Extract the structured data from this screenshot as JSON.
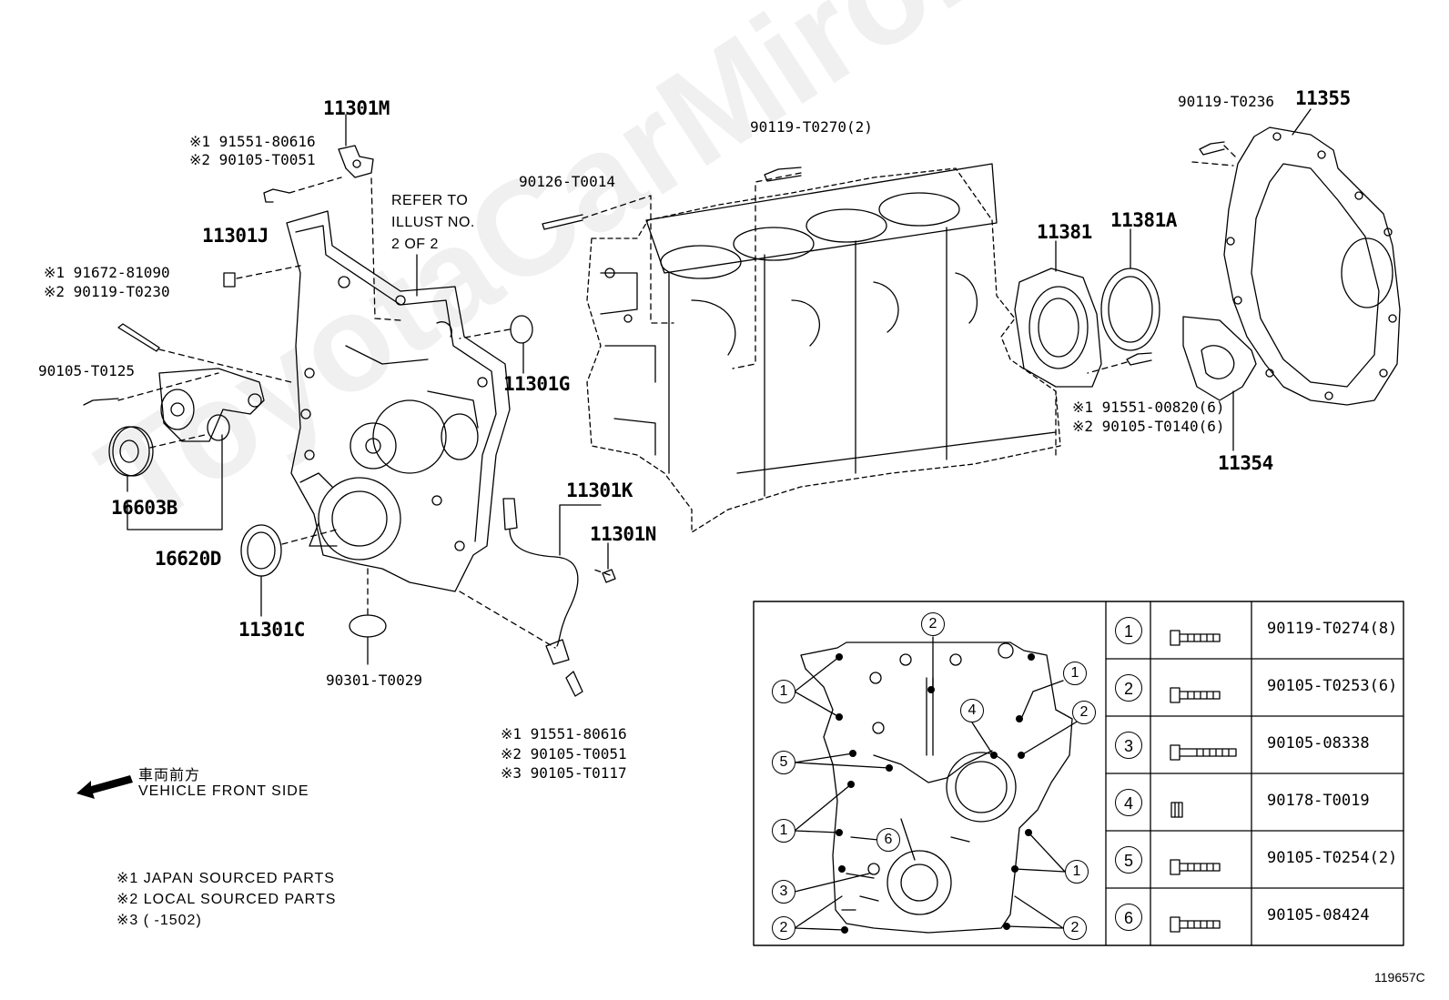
{
  "watermark": "ToyotaCarMiro.ru",
  "figure_id": "119657C",
  "direction": {
    "jp": "車両前方",
    "en": "VEHICLE FRONT SIDE"
  },
  "refer_note": [
    "REFER TO",
    "ILLUST NO.",
    "2 OF 2"
  ],
  "footnotes": [
    "※1 JAPAN SOURCED PARTS",
    "※2 LOCAL SOURCED PARTS",
    "※3 (      -1502)"
  ],
  "parts": {
    "p11301M": "11301M",
    "p11301M_a": "※1 91551-80616",
    "p11301M_b": "※2 90105-T0051",
    "p11301J": "11301J",
    "p91672_a": "※1 91672-81090",
    "p91672_b": "※2 90119-T0230",
    "p90105_T0125": "90105-T0125",
    "p16603B": "16603B",
    "p16620D": "16620D",
    "p11301C": "11301C",
    "p90301": "90301-T0029",
    "p11301G": "11301G",
    "p90126": "90126-T0014",
    "p90119_T0270": "90119-T0270(2)",
    "p11301K": "11301K",
    "p11301N": "11301N",
    "pk_a": "※1  91551-80616",
    "pk_b": "※2  90105-T0051",
    "pk_c": "※3  90105-T0117",
    "p11381": "11381",
    "p11381A": "11381A",
    "p11381_a": "※1 91551-00820(6)",
    "p11381_b": "※2 90105-T0140(6)",
    "p90119_T0236": "90119-T0236",
    "p11355": "11355",
    "p11354": "11354"
  },
  "bolt_table": [
    {
      "num": "1",
      "code": "90119-T0274(8)",
      "icon": "long-bolt-icon"
    },
    {
      "num": "2",
      "code": "90105-T0253(6)",
      "icon": "long-bolt-icon"
    },
    {
      "num": "3",
      "code": "90105-08338",
      "icon": "extra-long-bolt-icon"
    },
    {
      "num": "4",
      "code": "90178-T0019",
      "icon": "nut-icon"
    },
    {
      "num": "5",
      "code": "90105-T0254(2)",
      "icon": "long-bolt-icon"
    },
    {
      "num": "6",
      "code": "90105-08424",
      "icon": "long-bolt-icon"
    }
  ],
  "callouts": [
    "2",
    "1",
    "1",
    "4",
    "2",
    "5",
    "1",
    "6",
    "1",
    "3",
    "2",
    "2"
  ]
}
